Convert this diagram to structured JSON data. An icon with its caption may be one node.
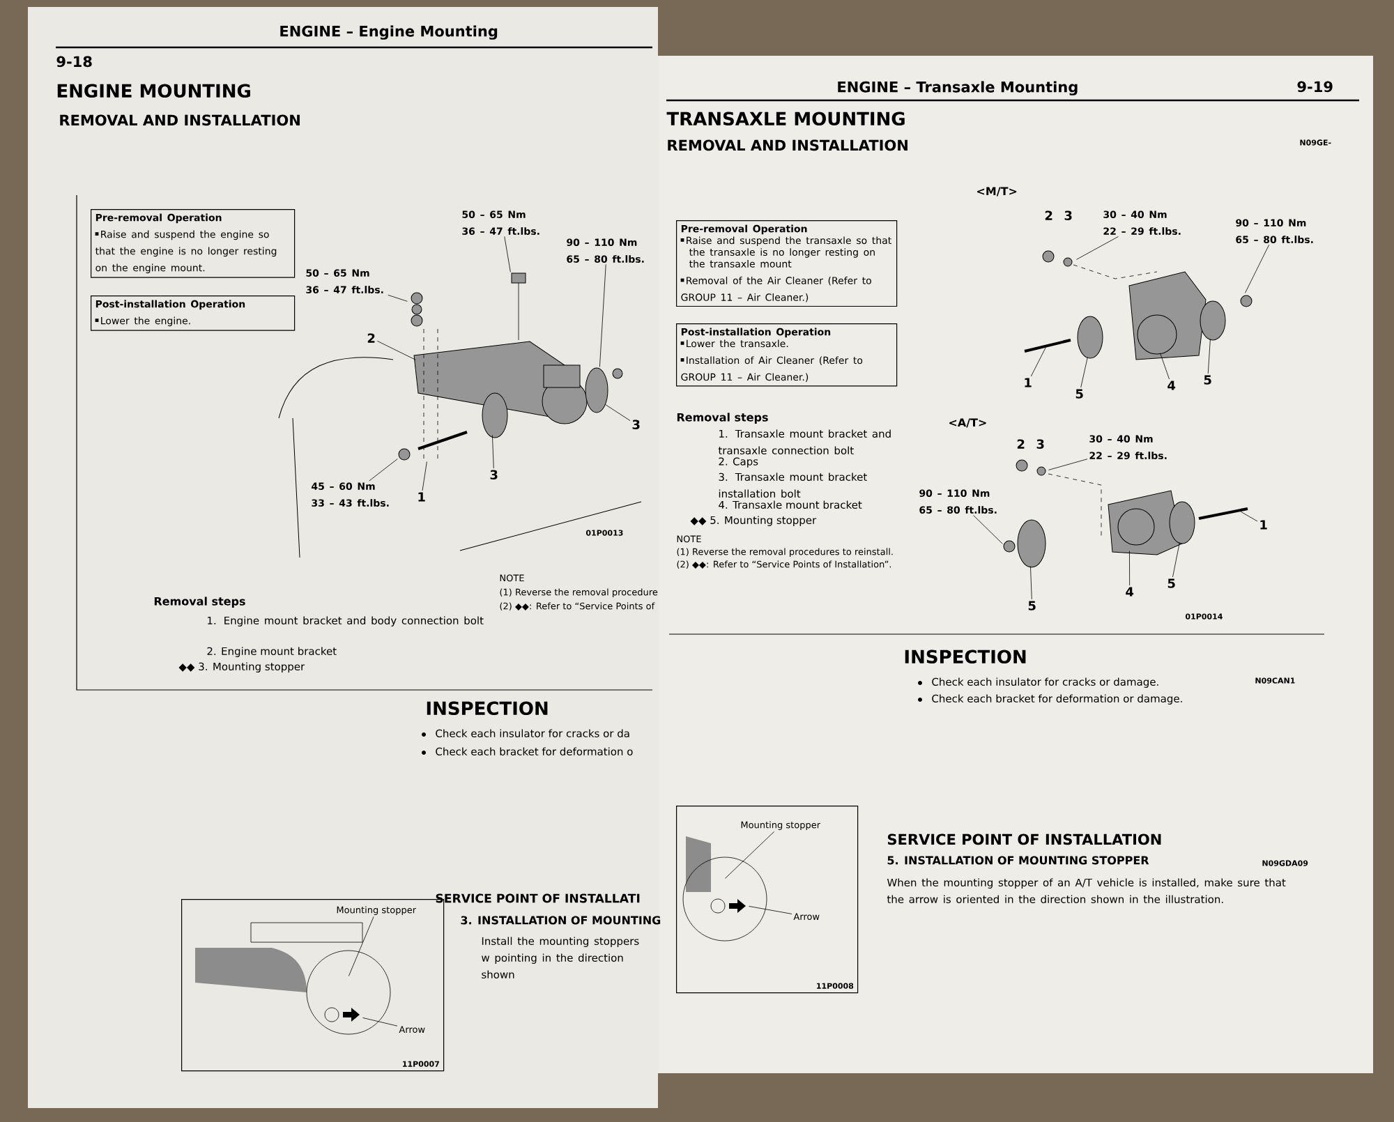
{
  "diagram": {
    "nodes": [
      {
        "text": [
          "Pre-removal Operation",
          "Raise and suspend the engine so that the engine is no longer resting on the engine mount."
        ]
      },
      {
        "text": [
          "Post-installation Operation",
          "Lower the engine."
        ]
      },
      {
        "text": [
          "50 – 65 Nm 36 – 47 ft.lbs."
        ]
      },
      {
        "text": [
          "50 – 65 Nm 36 – 47 ft.lbs."
        ]
      },
      {
        "text": [
          "90 – 110 Nm 65 – 80 ft.lbs."
        ]
      },
      {
        "text": [
          "2"
        ]
      },
      {
        "text": [
          "3"
        ]
      },
      {
        "text": [
          "3"
        ]
      },
      {
        "text": [
          "1"
        ]
      },
      {
        "text": [
          "45 – 60 Nm 33 – 43 ft.lbs."
        ]
      },
      {
        "text": [],
        "shape": "picture"
      },
      {
        "text": [
          "11P0007"
        ]
      },
      {
        "text": [
          "Mounting stopper"
        ],
        "in": 11
      },
      {
        "text": [
          "Arrow"
        ],
        "in": 11
      },
      {
        "text": [],
        "shape": "picture",
        "in": 11
      },
      {
        "text": [
          "Pre-removal Operation",
          "Raise and suspend the transaxle so that the transaxle is no longer resting on the transaxle mount",
          "Removal of the Air Cleaner (Refer to GROUP 11 – Air Cleaner.)"
        ]
      },
      {
        "text": [
          "Post-installation Operation",
          "Lower the transaxle.",
          "Installation of Air Cleaner (Refer to GROUP 11 – Air Cleaner.)"
        ]
      },
      {
        "text": [
          "2"
        ]
      },
      {
        "text": [
          "3"
        ]
      },
      {
        "text": [
          "30 – 40 Nm 22 – 29 ft.lbs."
        ]
      },
      {
        "text": [
          "90 – 110 Nm 65 – 80 ft.lbs."
        ]
      },
      {
        "text": [],
        "shape": "picture"
      },
      {
        "text": [
          "1"
        ]
      },
      {
        "text": [
          "5"
        ]
      },
      {
        "text": [
          "4"
        ]
      },
      {
        "text": [
          "5"
        ]
      },
      {
        "text": [
          "2"
        ]
      },
      {
        "text": [
          "3"
        ]
      },
      {
        "text": [
          "30 – 40 Nm 22 – 29 ft.lbs."
        ]
      },
      {
        "text": [
          "90 – 110 Nm 65 – 80 ft.lbs."
        ]
      },
      {
        "text": [],
        "shape": "picture"
      },
      {
        "text": [
          "5"
        ]
      },
      {
        "text": [
          "4"
        ]
      },
      {
        "text": [
          "5"
        ]
      },
      {
        "text": [
          "1"
        ]
      },
      {
        "text": [
          "11P0008"
        ]
      },
      {
        "text": [
          "Mounting stopper"
        ],
        "in": 35
      },
      {
        "text": [
          "Arrow"
        ],
        "in": 35
      },
      {
        "text": [],
        "shape": "picture",
        "in": 35
      }
    ],
    "edges": [
      {
        "from": 2,
        "to": 10,
        "arrow": "none"
      },
      {
        "from": 3,
        "to": 10,
        "arrow": "none"
      },
      {
        "from": 4,
        "to": 10,
        "arrow": "none"
      },
      {
        "from": 5,
        "to": 10,
        "arrow": "none"
      },
      {
        "from": 6,
        "to": 10,
        "arrow": "none"
      },
      {
        "from": 7,
        "to": 10,
        "arrow": "none"
      },
      {
        "from": 8,
        "to": 10,
        "arrow": "none"
      },
      {
        "from": 9,
        "to": 10,
        "arrow": "none"
      },
      {
        "from": 12,
        "to": 14,
        "arrow": "none"
      },
      {
        "from": 13,
        "to": 14,
        "arrow": "none"
      },
      {
        "from": 19,
        "to": 21,
        "arrow": "none"
      },
      {
        "from": 20,
        "to": 21,
        "arrow": "none"
      },
      {
        "from": 22,
        "to": 21,
        "arrow": "none"
      },
      {
        "from": 23,
        "to": 21,
        "arrow": "none"
      },
      {
        "from": 24,
        "to": 21,
        "arrow": "none"
      },
      {
        "from": 25,
        "to": 21,
        "arrow": "none"
      },
      {
        "from": 28,
        "to": 30,
        "arrow": "none"
      },
      {
        "from": 29,
        "to": 30,
        "arrow": "none"
      },
      {
        "from": 31,
        "to": 30,
        "arrow": "none"
      },
      {
        "from": 32,
        "to": 30,
        "arrow": "none"
      },
      {
        "from": 33,
        "to": 30,
        "arrow": "none"
      },
      {
        "from": 34,
        "to": 30,
        "arrow": "none"
      },
      {
        "from": 36,
        "to": 38,
        "arrow": "none"
      },
      {
        "from": 37,
        "to": 38,
        "arrow": "none"
      }
    ],
    "labels": [
      "9-18",
      "ENGINE – Engine Mounting",
      "ENGINE MOUNTING",
      "REMOVAL AND INSTALLATION",
      "01P0013",
      "Removal steps",
      "1. Engine mount bracket and body connection bolt",
      "2. Engine mount bracket",
      "◆◆ 3. Mounting stopper",
      "NOTE",
      "(1) Reverse the removal procedure",
      "(2) ◆◆: Refer to “Service Points of",
      "INSPECTION",
      "Check each insulator for cracks or da",
      "Check each bracket for deformation o",
      "SERVICE POINT OF INSTALLATI",
      "3. INSTALLATION OF MOUNTING",
      "Install the mounting stoppers w pointing in the direction shown",
      "ENGINE – Transaxle Mounting",
      "9-19",
      "TRANSAXLE MOUNTING",
      "REMOVAL AND INSTALLATION",
      "N09GE-",
      "<M/T>",
      "Removal steps",
      "1. Transaxle mount bracket and transaxle connection bolt",
      "2. Caps",
      "3. Transaxle mount bracket installation bolt",
      "4. Transaxle mount bracket",
      "◆◆ 5. Mounting stopper",
      "<A/T>",
      "NOTE",
      "(1) Reverse the removal procedures to reinstall.",
      "(2) ◆◆: Refer to “Service Points of Installation”.",
      "01P0014",
      "INSPECTION",
      "N09CAN1",
      "Check each insulator for cracks or damage.",
      "Check each bracket for deformation or damage.",
      "SERVICE POINT OF INSTALLATION",
      "N09GDA09",
      "5. INSTALLATION OF MOUNTING STOPPER",
      "When the mounting stopper of an A/T vehicle is installed, make sure that the arrow is oriented in the direction shown in the illustration."
    ]
  }
}
